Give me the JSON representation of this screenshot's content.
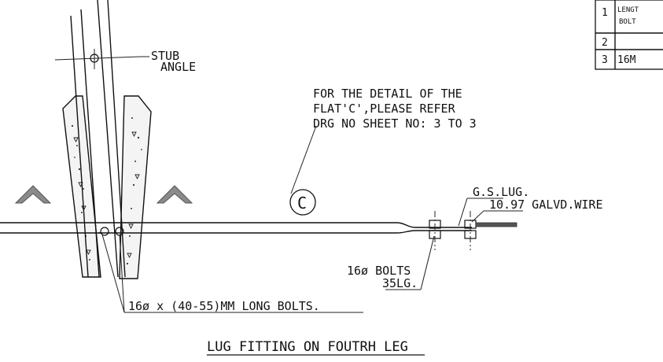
{
  "labels": {
    "stub_angle_line1": "STUB",
    "stub_angle_line2": "ANGLE",
    "note_line1": "FOR THE DETAIL OF THE",
    "note_line2": "FLAT'C',PLEASE REFER",
    "note_line3": "DRG NO SHEET NO: 3 TO 3",
    "callout_letter": "C",
    "gs_lug": "G.S.LUG.",
    "wire": "10.97 GALVD.WIRE",
    "bolts_line1": "16ø BOLTS",
    "bolts_line2": "35LG.",
    "long_bolts": "16ø x (40-55)MM LONG BOLTS.",
    "title": "LUG FITTING ON FOUTRH LEG"
  },
  "table": {
    "rows": [
      {
        "no": "1",
        "text1": "LENGT",
        "text2": "BOLT"
      },
      {
        "no": "2",
        "text1": "",
        "text2": ""
      },
      {
        "no": "3",
        "text1": "16M",
        "text2": ""
      }
    ]
  },
  "colors": {
    "ink": "#111111",
    "concrete_fill": "#f4f4f4",
    "ground_mark": "#8a8a8a",
    "wire": "#555555"
  }
}
